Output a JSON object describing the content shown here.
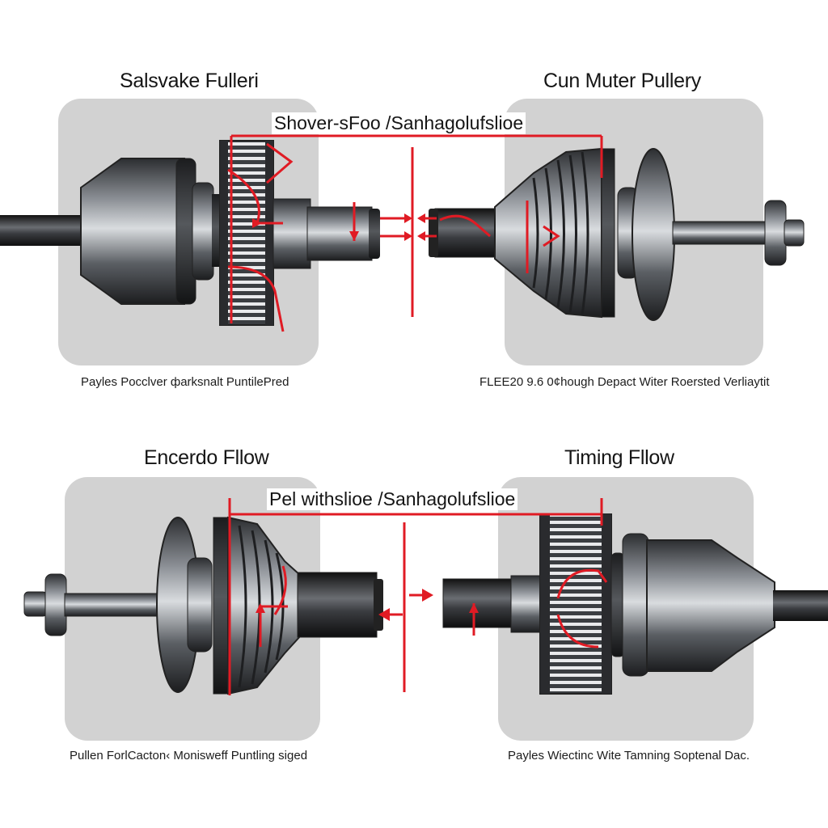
{
  "diagram": {
    "top": {
      "left_title": "Salsvake Fulleri",
      "right_title": "Cun Muter Pullery",
      "center_label": "Shover-sFoo /Sanhagolufslioe",
      "left_caption": "Payles Pocclver фarksnalt PuntileРred",
      "right_caption": "FLEE20 9.6 0¢hough Depact Witer Roersted Verliaytit"
    },
    "bottom": {
      "left_title": "Encerdo Fllow",
      "right_title": "Timing Fllow",
      "center_label": "Pel withslioe /Sanhagolufslioe",
      "left_caption": "Pullen ForlCacton‹ Monisweff Puntling siged",
      "right_caption": "Payles Wiectinc Wite Tamning Soptenal Dac."
    },
    "colors": {
      "accent": "#e01b24",
      "metal": "#4a4d52",
      "panel": "#d2d2d2"
    }
  }
}
